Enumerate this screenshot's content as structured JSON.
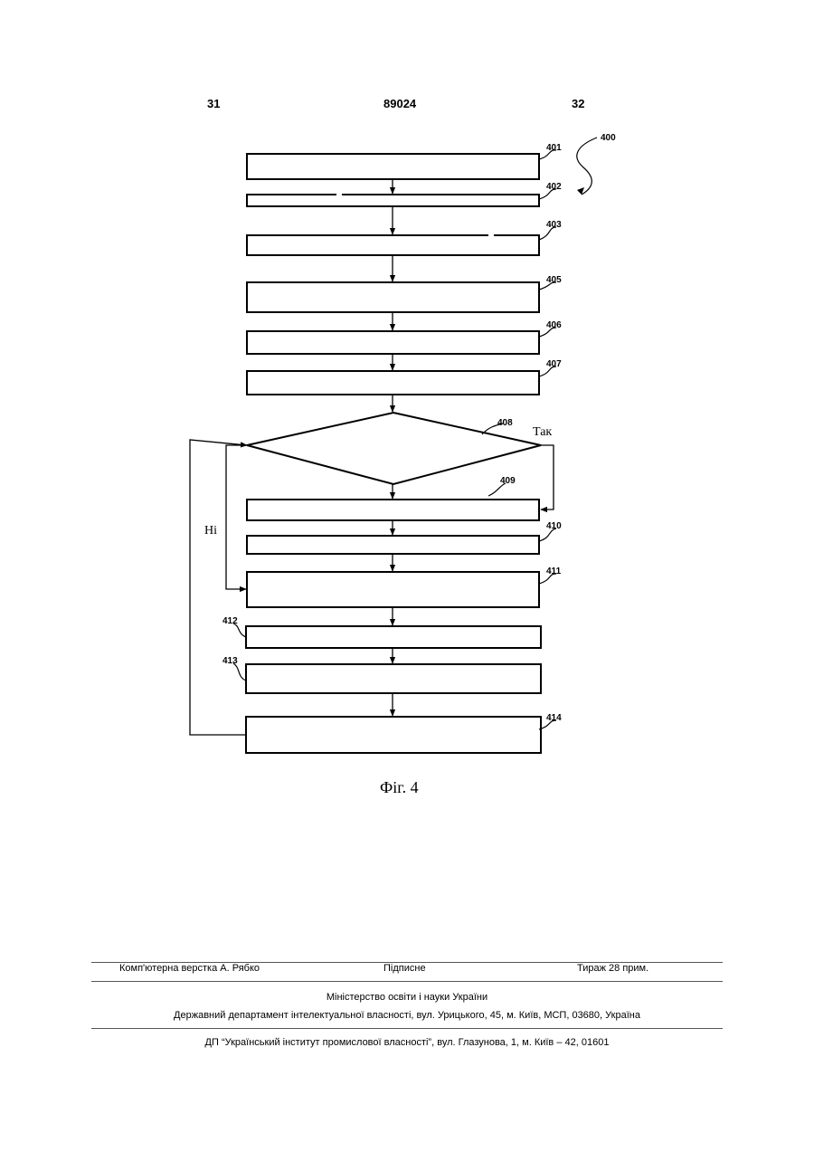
{
  "header": {
    "page_left": "31",
    "patent_number": "89024",
    "page_right": "32"
  },
  "figure": {
    "ref_main": "400",
    "blocks": [
      "401",
      "402",
      "403",
      "405",
      "406",
      "407",
      "409",
      "410",
      "411",
      "412",
      "413",
      "414"
    ],
    "decision": "408",
    "branch_yes": "Так",
    "branch_no": "Hi",
    "caption": "Фіг. 4"
  },
  "footer": {
    "layout": "Комп'ютерна верстка А. Рябко",
    "signed": "Підписне",
    "circulation": "Тираж 28 прим.",
    "ministry": "Міністерство освіти і науки України",
    "department": "Державний департамент інтелектуальної власності, вул. Урицького, 45, м. Київ, МСП, 03680, Україна",
    "institute": "ДП “Український інститут промислової власності”, вул. Глазунова, 1, м. Київ – 42, 01601"
  }
}
